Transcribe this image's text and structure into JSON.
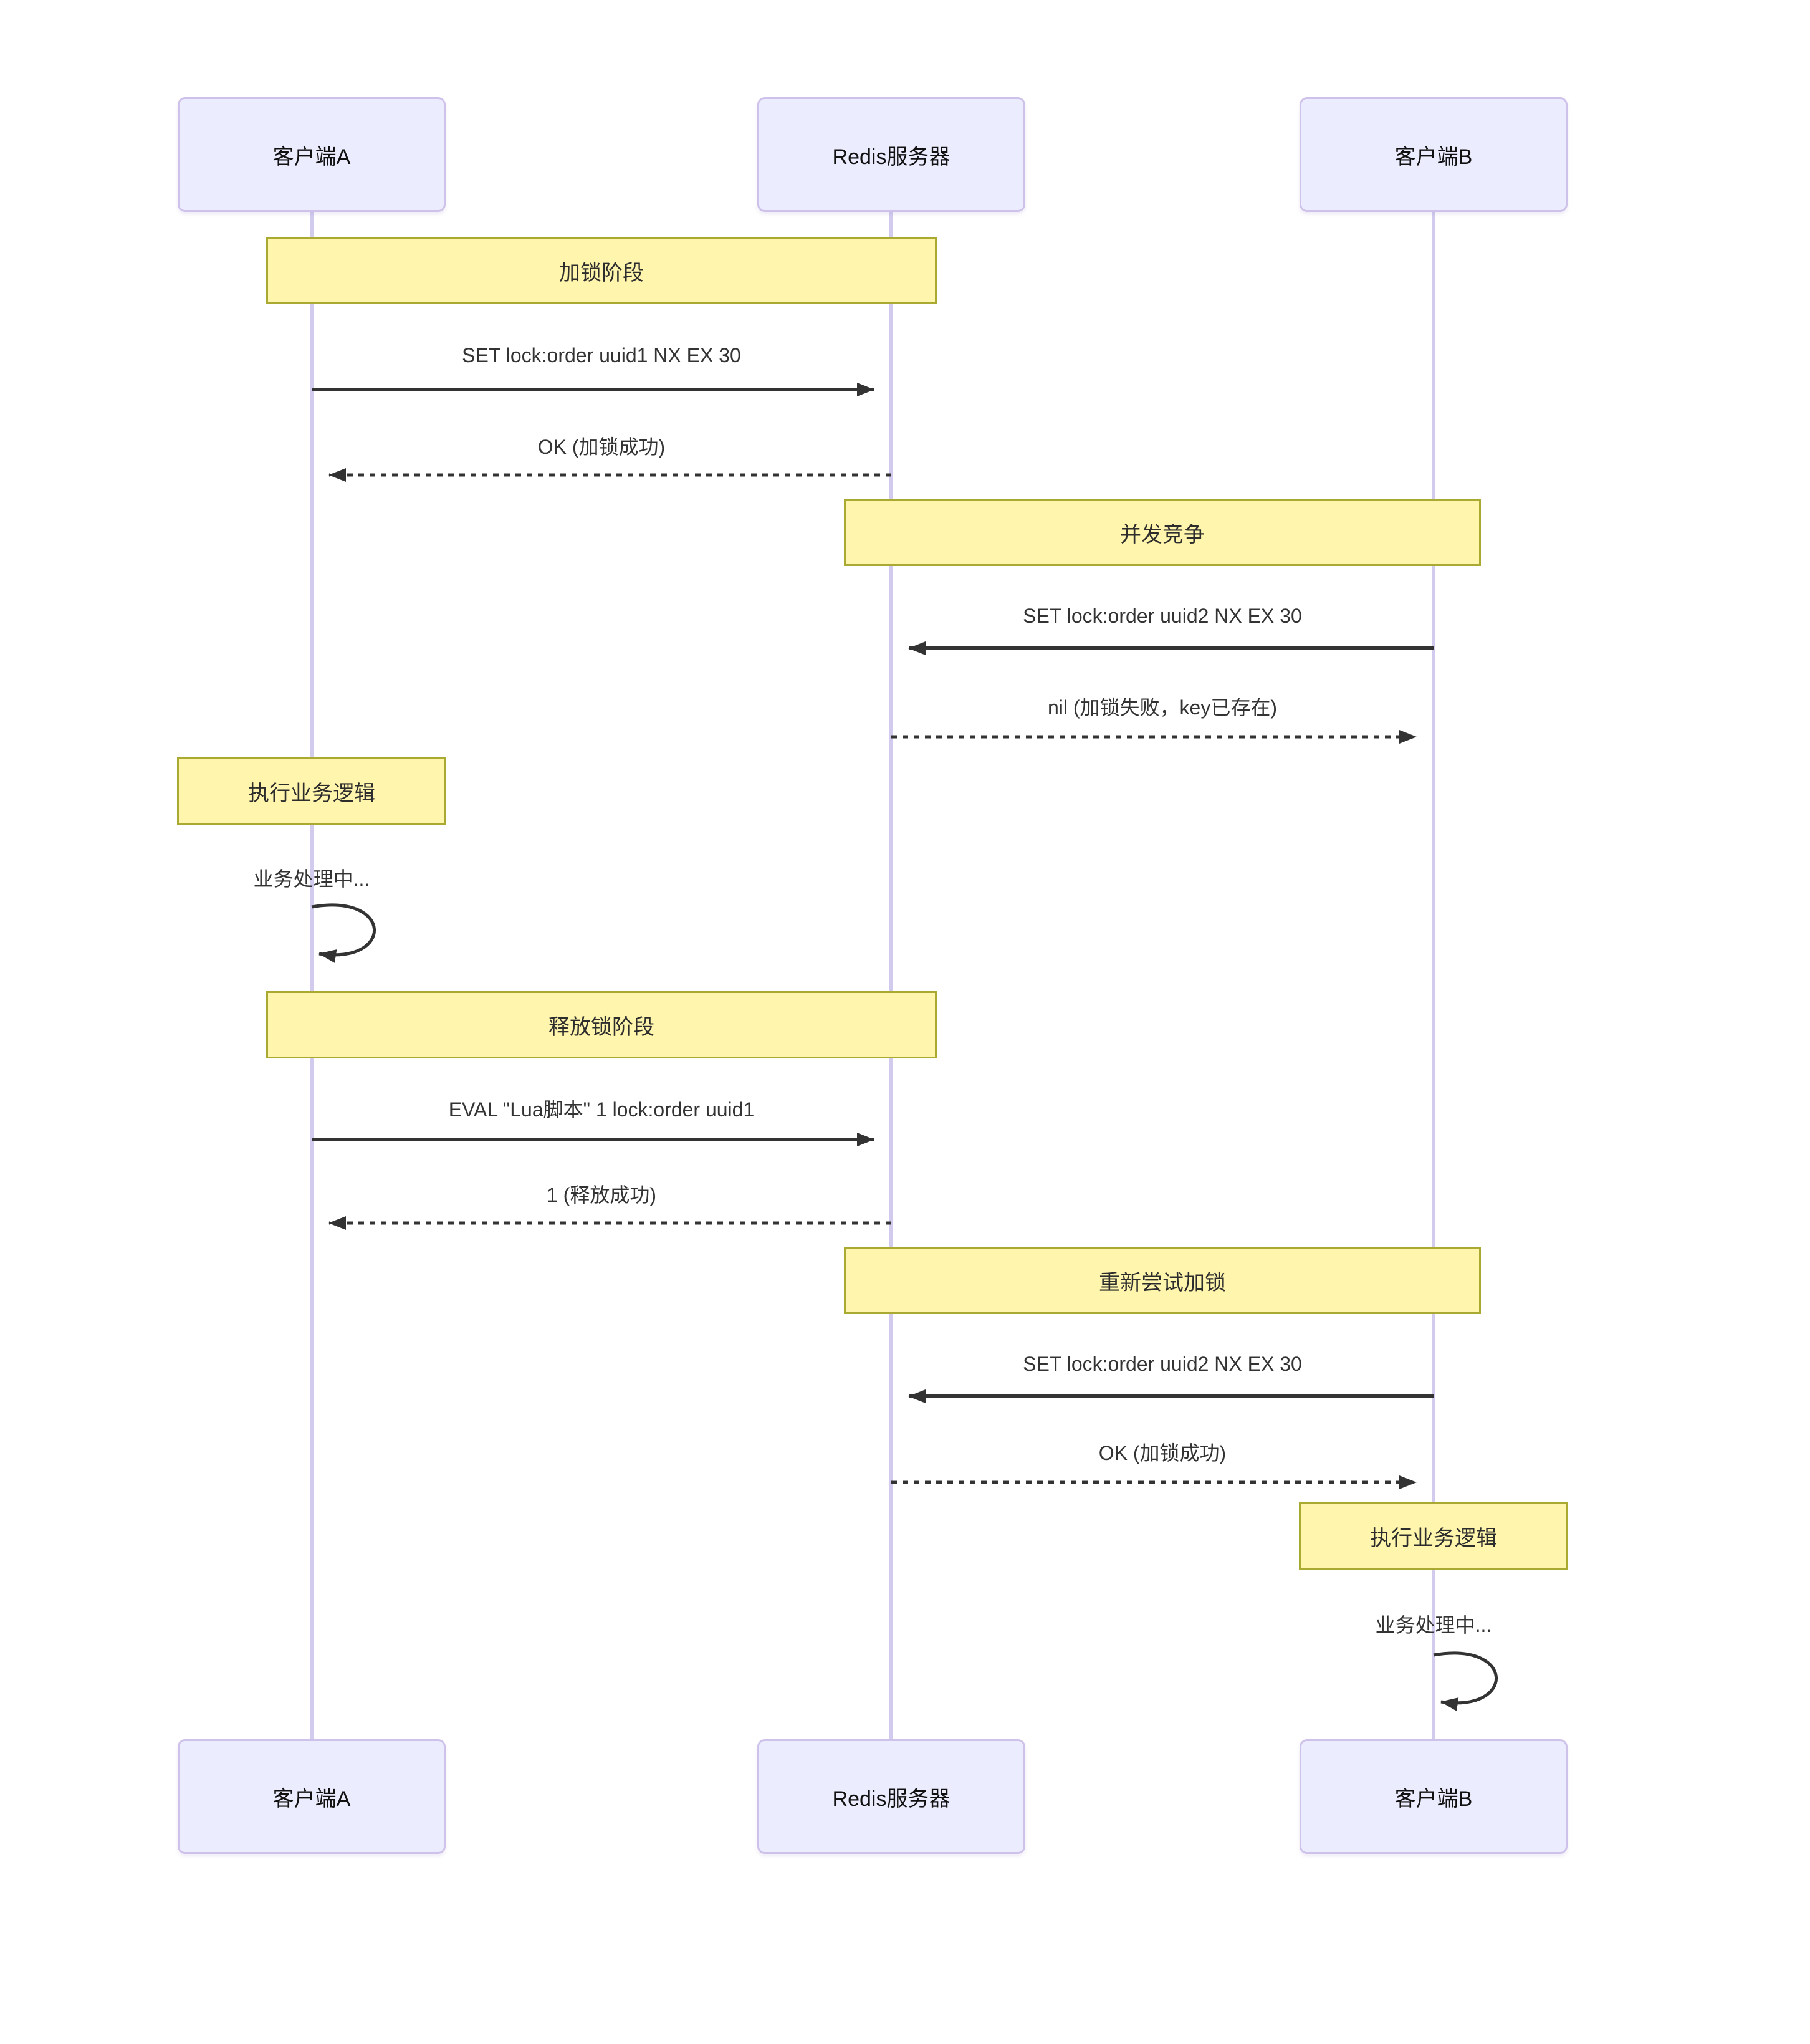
{
  "diagram": {
    "type": "sequence",
    "actors": [
      {
        "id": "client-a",
        "label": "客户端A"
      },
      {
        "id": "redis-server",
        "label": "Redis服务器"
      },
      {
        "id": "client-b",
        "label": "客户端B"
      }
    ],
    "notes": [
      {
        "id": "lock-phase",
        "label": "加锁阶段",
        "over": [
          "client-a",
          "redis-server"
        ]
      },
      {
        "id": "concurrency",
        "label": "并发竞争",
        "over": [
          "redis-server",
          "client-b"
        ]
      },
      {
        "id": "biz-logic-a",
        "label": "执行业务逻辑",
        "over": [
          "client-a"
        ]
      },
      {
        "id": "release-phase",
        "label": "释放锁阶段",
        "over": [
          "client-a",
          "redis-server"
        ]
      },
      {
        "id": "retry-lock",
        "label": "重新尝试加锁",
        "over": [
          "redis-server",
          "client-b"
        ]
      },
      {
        "id": "biz-logic-b",
        "label": "执行业务逻辑",
        "over": [
          "client-b"
        ]
      }
    ],
    "messages": [
      {
        "text": "SET lock:order uuid1 NX EX 30",
        "from": "client-a",
        "to": "redis-server",
        "line": "solid"
      },
      {
        "text": "OK (加锁成功)",
        "from": "redis-server",
        "to": "client-a",
        "line": "dashed"
      },
      {
        "text": "SET lock:order uuid2 NX EX 30",
        "from": "client-b",
        "to": "redis-server",
        "line": "solid"
      },
      {
        "text": "nil (加锁失败，key已存在)",
        "from": "redis-server",
        "to": "client-b",
        "line": "dashed"
      },
      {
        "text": "业务处理中...",
        "from": "client-a",
        "to": "client-a",
        "line": "self"
      },
      {
        "text": "EVAL \"Lua脚本\" 1 lock:order uuid1",
        "from": "client-a",
        "to": "redis-server",
        "line": "solid"
      },
      {
        "text": "1 (释放成功)",
        "from": "redis-server",
        "to": "client-a",
        "line": "dashed"
      },
      {
        "text": "SET lock:order uuid2 NX EX 30",
        "from": "client-b",
        "to": "redis-server",
        "line": "solid"
      },
      {
        "text": "OK (加锁成功)",
        "from": "redis-server",
        "to": "client-b",
        "line": "dashed"
      },
      {
        "text": "业务处理中...",
        "from": "client-b",
        "to": "client-b",
        "line": "self"
      }
    ],
    "colors": {
      "actor_fill": "#ECECFF",
      "actor_border": "#CFC2EA",
      "note_fill": "#FFF5AD",
      "note_border": "#AAAA33",
      "lifeline": "#D2CBEE",
      "arrow": "#333333",
      "background": "#FFFFFF"
    }
  }
}
